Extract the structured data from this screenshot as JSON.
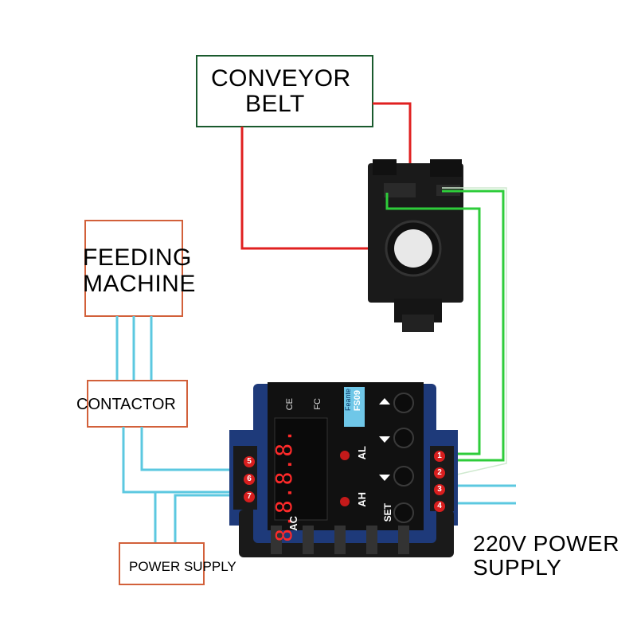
{
  "boxes": {
    "conveyor": {
      "line1": "CONVEYOR",
      "line2": "BELT"
    },
    "feeding": {
      "line1": "FEEDING",
      "line2": "MACHINE"
    },
    "contactor": {
      "label": "CONTACTOR"
    },
    "power_supply": {
      "label": "POWER SUPPLY"
    }
  },
  "mains_label": {
    "line1": "220V POWER",
    "line2": "SUPPLY"
  },
  "controller": {
    "brand": "Feante",
    "model": "FS09",
    "cert_marks": [
      "CE",
      "FC"
    ],
    "display_digits": "8.8.8.8.",
    "led_labels": {
      "al": "AL",
      "ah": "AH"
    },
    "ac_label": "AC",
    "set_label": "SET",
    "left_terminals": [
      "5",
      "6",
      "7"
    ],
    "right_terminals": [
      "1",
      "2",
      "3",
      "4"
    ]
  },
  "colors": {
    "box_conveyor": "#1a5a2e",
    "box_feeding": "#d2603a",
    "wire_red": "#e02020",
    "wire_green": "#2ecc3a",
    "wire_cyan": "#5cc8e0",
    "housing_blue": "#1e3a7a",
    "panel_black": "#111111",
    "display_red": "#ff2a2a"
  }
}
